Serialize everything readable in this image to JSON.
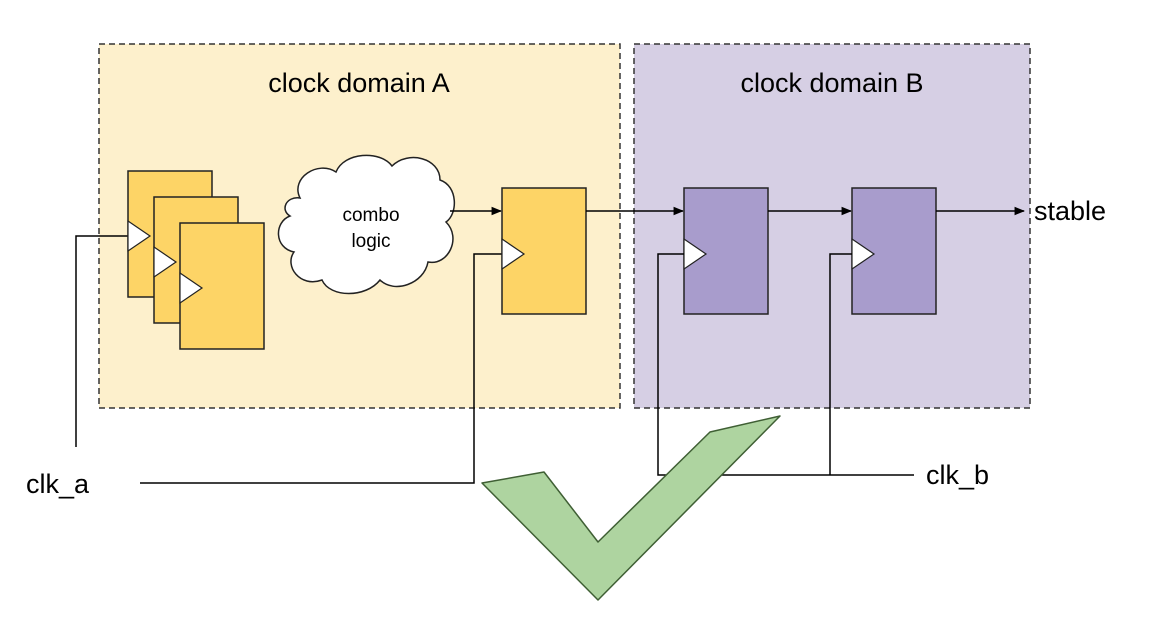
{
  "domains": {
    "a": {
      "label": "clock domain A",
      "color": "#fdf0cc"
    },
    "b": {
      "label": "clock domain B",
      "color": "#d6cfe4"
    }
  },
  "logic": {
    "line1": "combo",
    "line2": "logic"
  },
  "signals": {
    "clk_a": "clk_a",
    "clk_b": "clk_b",
    "stable": "stable"
  },
  "colors": {
    "flop_a": "#fdd466",
    "flop_b": "#a89ccc",
    "check": "#aed4a0",
    "check_stroke": "#3f5f34"
  },
  "icons": {
    "status": "checkmark-icon"
  }
}
